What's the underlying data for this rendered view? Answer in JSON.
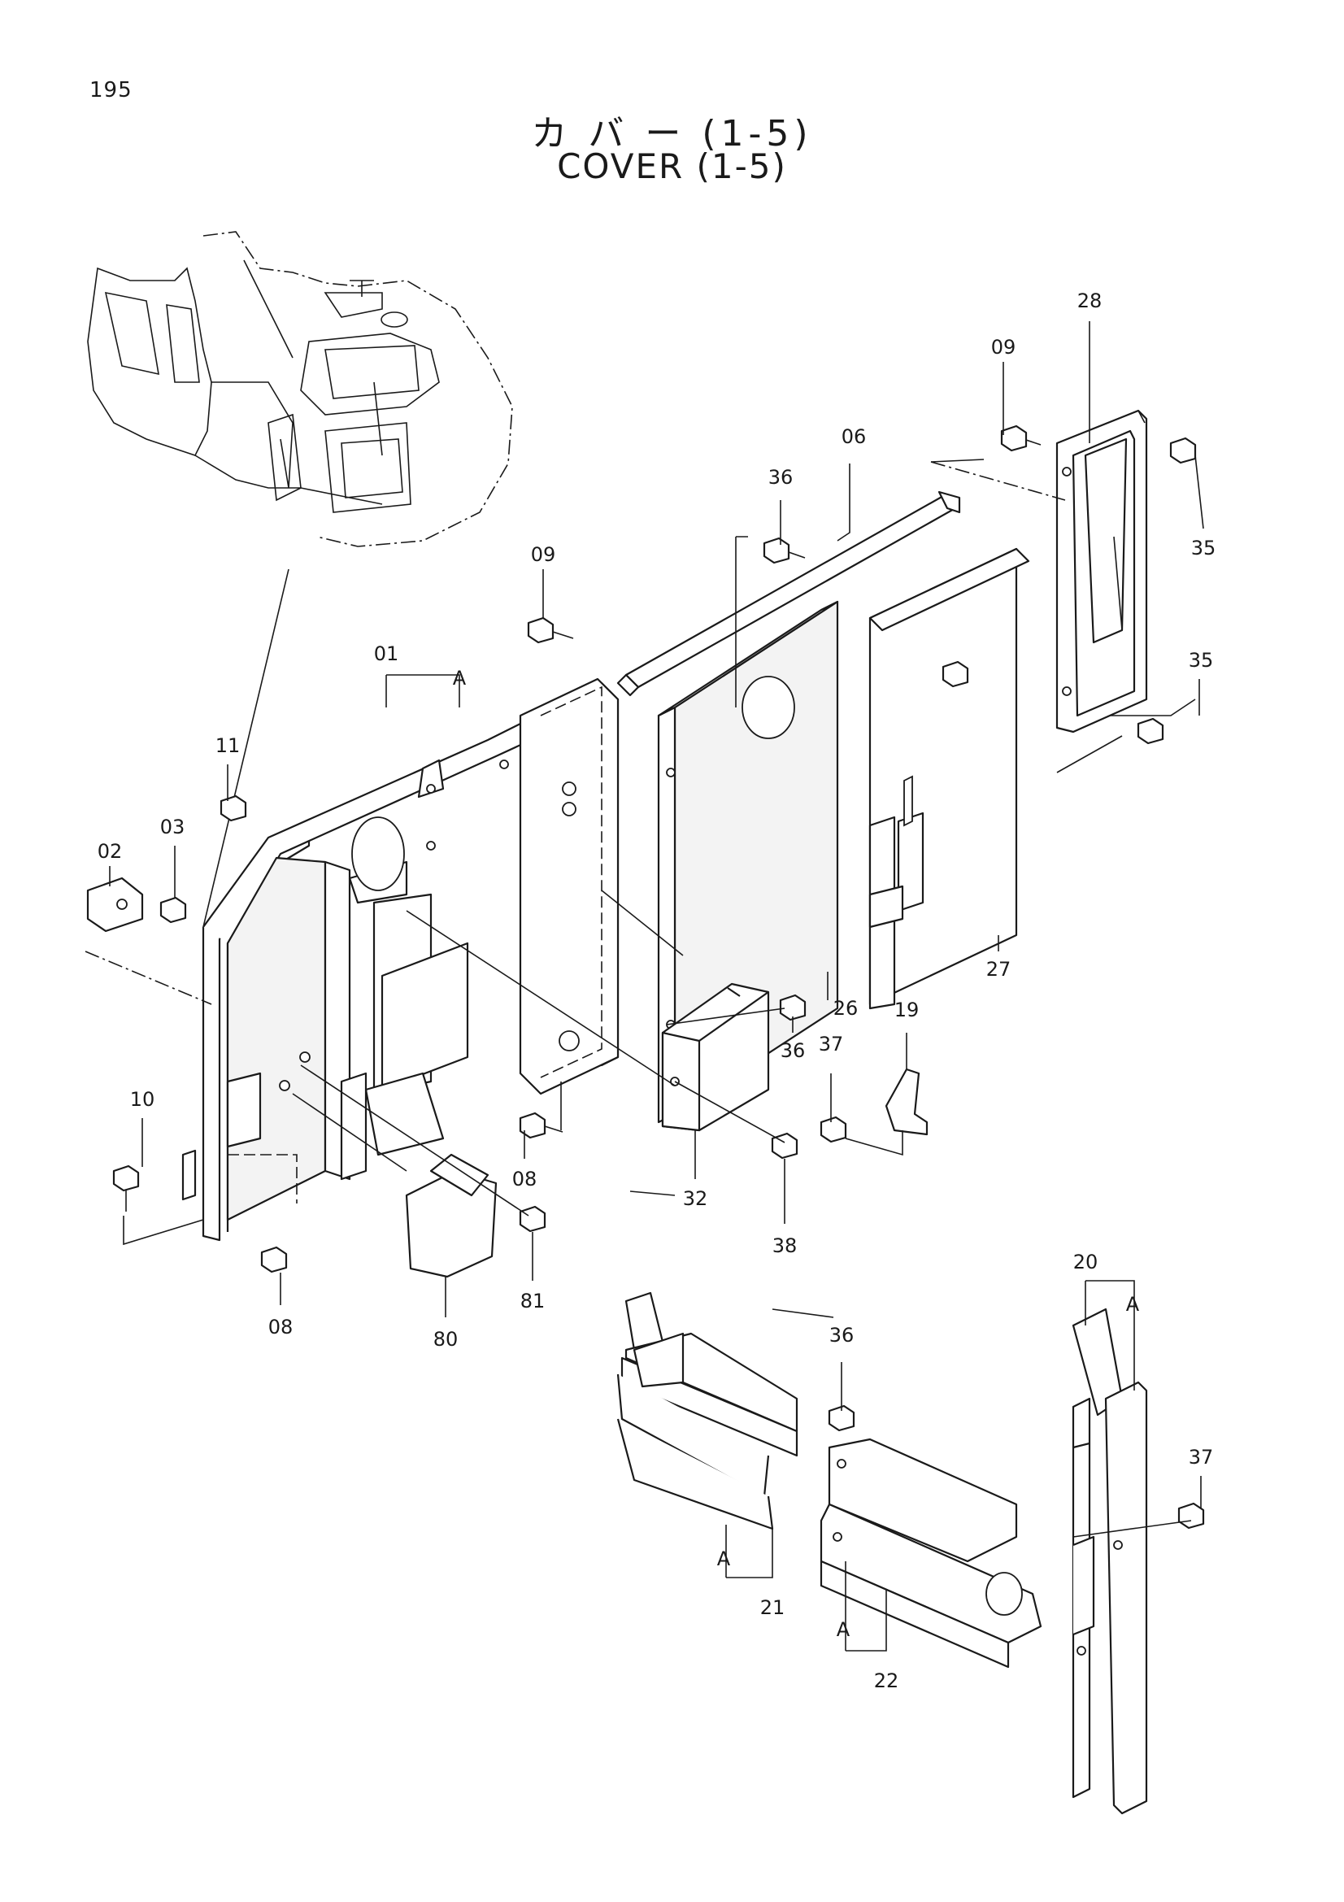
{
  "page_number": "195",
  "title_jp": "カ バ ー (1-5)",
  "title_en": "COVER (1-5)",
  "callouts": {
    "c01": "01",
    "c02": "02",
    "c03": "03",
    "c06": "06",
    "c08a": "08",
    "c08b": "08",
    "c09a": "09",
    "c09b": "09",
    "c10": "10",
    "c11": "11",
    "c19": "19",
    "c20": "20",
    "c21": "21",
    "c22": "22",
    "c26": "26",
    "c27": "27",
    "c28": "28",
    "c32": "32",
    "c35a": "35",
    "c35b": "35",
    "c36a": "36",
    "c36b": "36",
    "c36c": "36",
    "c37a": "37",
    "c37b": "37",
    "c38": "38",
    "c80": "80",
    "c81": "81",
    "refA1": "A",
    "refA2": "A",
    "refA3": "A",
    "refA4": "A"
  }
}
